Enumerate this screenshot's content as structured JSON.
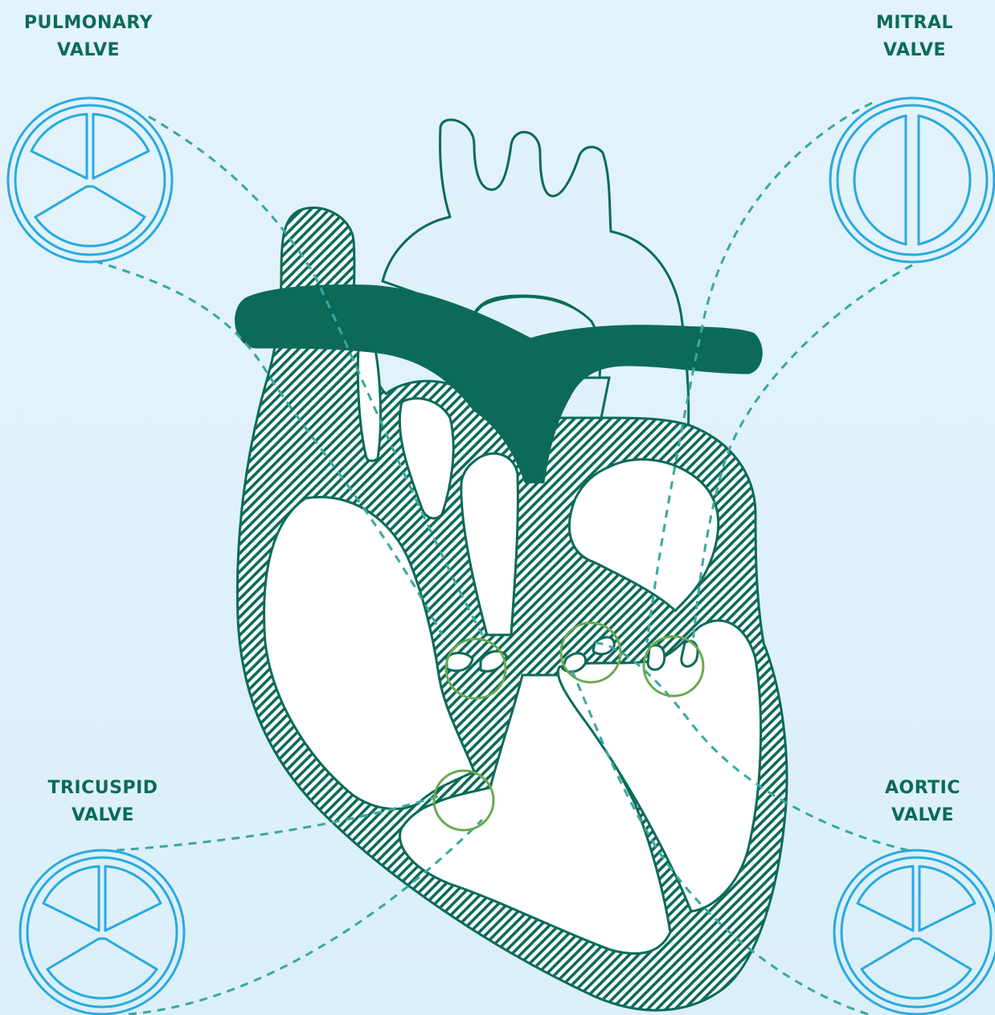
{
  "labels": {
    "pulmonary": [
      "PULMONARY",
      "VALVE"
    ],
    "mitral": [
      "MITRAL",
      "VALVE"
    ],
    "tricuspid": [
      "TRICUSPID",
      "VALVE"
    ],
    "aortic": [
      "AORTIC",
      "VALVE"
    ]
  },
  "colors": {
    "background": "#dff1fa",
    "heart_dark": "#0b6b58",
    "valve_ring": "#6aa84f",
    "icon_blue": "#29a9e0",
    "connector": "#3aa7a1",
    "chamber": "#ffffff"
  },
  "icons": {
    "pulmonary": "tricuspid-leaflet-valve-icon",
    "mitral": "bicuspid-leaflet-valve-icon",
    "tricuspid": "tricuspid-leaflet-valve-icon",
    "aortic": "tricuspid-leaflet-valve-icon"
  }
}
